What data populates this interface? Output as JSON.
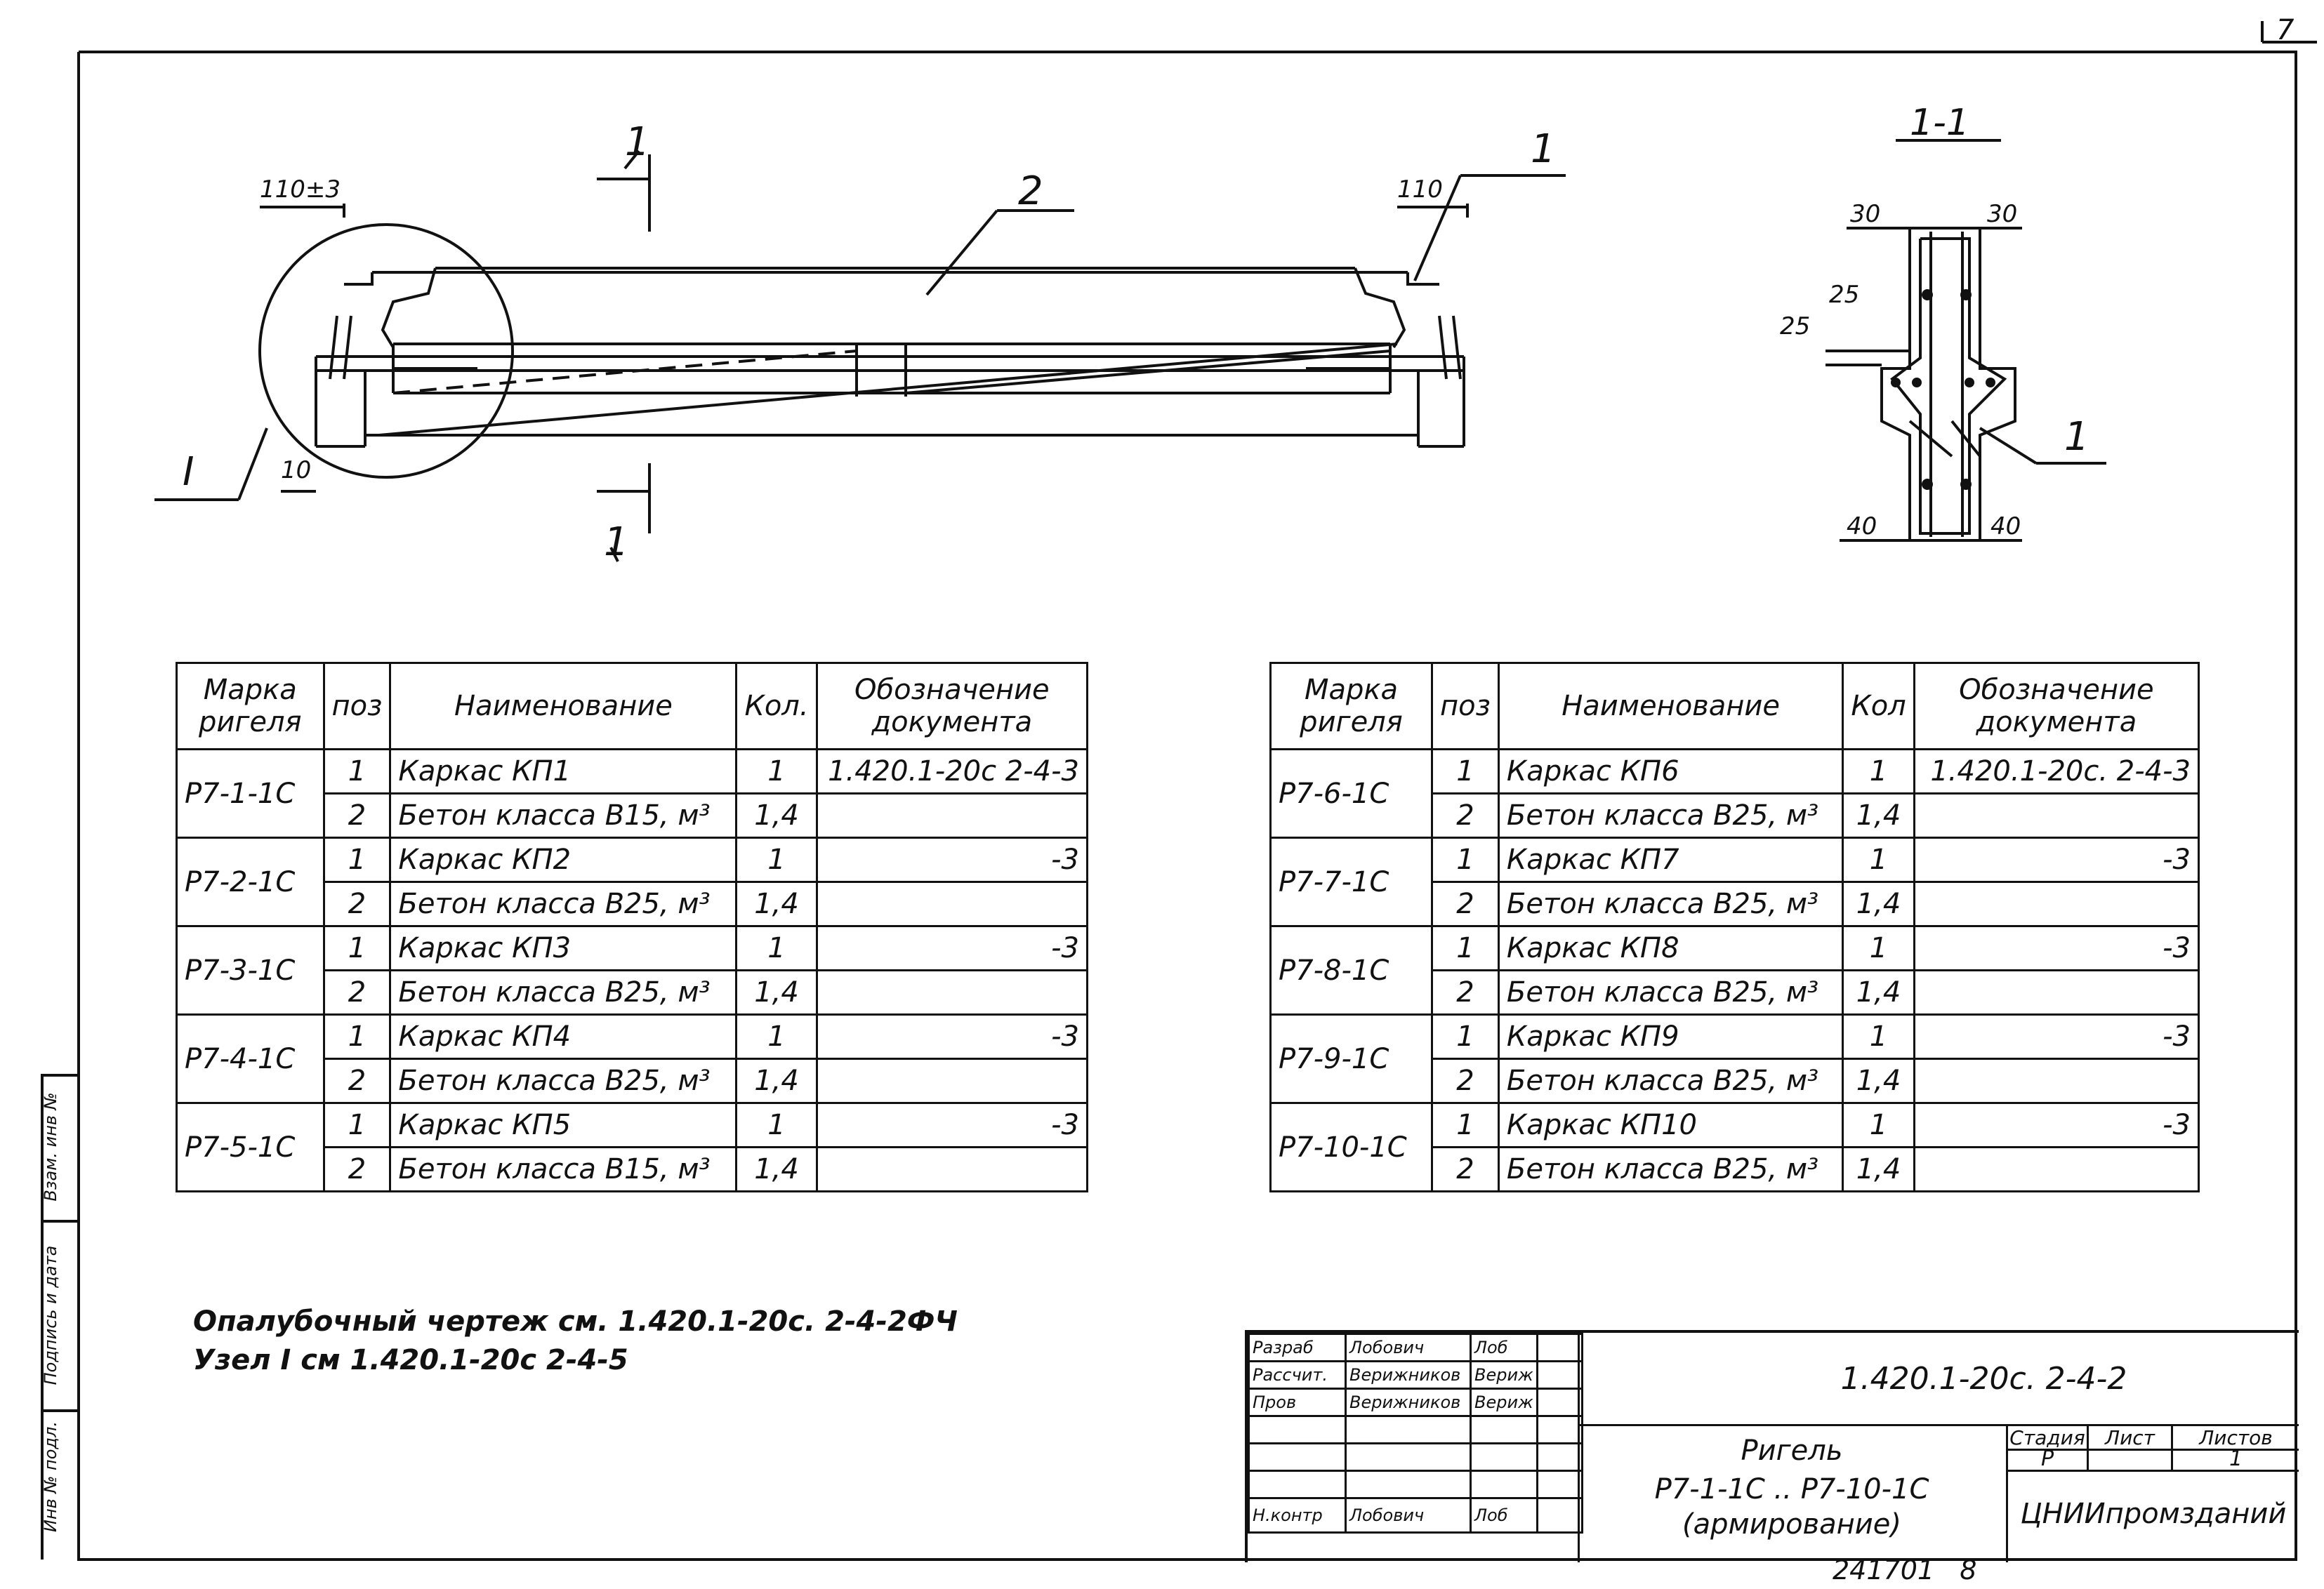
{
  "page_number": "7",
  "drawing": {
    "section_marks": [
      "1",
      "1",
      "1"
    ],
    "callout_2": "2",
    "node_mark": "I",
    "dims": {
      "left_top": "110±3",
      "right_top": "110",
      "left_bottom": "10"
    },
    "section_view": {
      "title": "1-1",
      "dims": {
        "top_left": "30",
        "top_right": "30",
        "mid_a": "25",
        "mid_b": "25",
        "bottom_left": "40",
        "bottom_right": "40"
      },
      "callout": "1"
    }
  },
  "table_left": {
    "headers": [
      "Марка ригеля",
      "поз",
      "Наименование",
      "Кол.",
      "Обозначение документа"
    ],
    "groups": [
      {
        "mark": "Р7-1-1С",
        "rows": [
          {
            "pos": "1",
            "name": "Каркас КП1",
            "qty": "1",
            "doc": "1.420.1-20с 2-4-3"
          },
          {
            "pos": "2",
            "name": "Бетон класса В15, м³",
            "qty": "1,4",
            "doc": ""
          }
        ]
      },
      {
        "mark": "Р7-2-1С",
        "rows": [
          {
            "pos": "1",
            "name": "Каркас КП2",
            "qty": "1",
            "doc": "-3"
          },
          {
            "pos": "2",
            "name": "Бетон класса В25, м³",
            "qty": "1,4",
            "doc": ""
          }
        ]
      },
      {
        "mark": "Р7-3-1С",
        "rows": [
          {
            "pos": "1",
            "name": "Каркас КП3",
            "qty": "1",
            "doc": "-3"
          },
          {
            "pos": "2",
            "name": "Бетон класса В25, м³",
            "qty": "1,4",
            "doc": ""
          }
        ]
      },
      {
        "mark": "Р7-4-1С",
        "rows": [
          {
            "pos": "1",
            "name": "Каркас КП4",
            "qty": "1",
            "doc": "-3"
          },
          {
            "pos": "2",
            "name": "Бетон класса В25, м³",
            "qty": "1,4",
            "doc": ""
          }
        ]
      },
      {
        "mark": "Р7-5-1С",
        "rows": [
          {
            "pos": "1",
            "name": "Каркас КП5",
            "qty": "1",
            "doc": "-3"
          },
          {
            "pos": "2",
            "name": "Бетон класса В15, м³",
            "qty": "1,4",
            "doc": ""
          }
        ]
      }
    ]
  },
  "table_right": {
    "headers": [
      "Марка ригеля",
      "поз",
      "Наименование",
      "Кол",
      "Обозначение документа"
    ],
    "groups": [
      {
        "mark": "Р7-6-1С",
        "rows": [
          {
            "pos": "1",
            "name": "Каркас КП6",
            "qty": "1",
            "doc": "1.420.1-20с. 2-4-3"
          },
          {
            "pos": "2",
            "name": "Бетон класса В25, м³",
            "qty": "1,4",
            "doc": ""
          }
        ]
      },
      {
        "mark": "Р7-7-1С",
        "rows": [
          {
            "pos": "1",
            "name": "Каркас КП7",
            "qty": "1",
            "doc": "-3"
          },
          {
            "pos": "2",
            "name": "Бетон класса В25, м³",
            "qty": "1,4",
            "doc": ""
          }
        ]
      },
      {
        "mark": "Р7-8-1С",
        "rows": [
          {
            "pos": "1",
            "name": "Каркас КП8",
            "qty": "1",
            "doc": "-3"
          },
          {
            "pos": "2",
            "name": "Бетон класса В25, м³",
            "qty": "1,4",
            "doc": ""
          }
        ]
      },
      {
        "mark": "Р7-9-1С",
        "rows": [
          {
            "pos": "1",
            "name": "Каркас КП9",
            "qty": "1",
            "doc": "-3"
          },
          {
            "pos": "2",
            "name": "Бетон класса В25, м³",
            "qty": "1,4",
            "doc": ""
          }
        ]
      },
      {
        "mark": "Р7-10-1С",
        "rows": [
          {
            "pos": "1",
            "name": "Каркас КП10",
            "qty": "1",
            "doc": "-3"
          },
          {
            "pos": "2",
            "name": "Бетон класса В25, м³",
            "qty": "1,4",
            "doc": ""
          }
        ]
      }
    ]
  },
  "notes": [
    "Опалубочный чертеж см. 1.420.1-20с. 2-4-2ФЧ",
    "Узел I см 1.420.1-20с 2-4-5"
  ],
  "side_stamp": [
    "Инв № подл.",
    "Подпись и дата",
    "Взам. инв №"
  ],
  "title_block": {
    "roles": [
      {
        "role": "Разраб",
        "name": "Лобович",
        "sign": "Лоб"
      },
      {
        "role": "Рассчит.",
        "name": "Верижников",
        "sign": "Вериж"
      },
      {
        "role": "Пров",
        "name": "Верижников",
        "sign": "Вериж"
      },
      {
        "role": "",
        "name": "",
        "sign": ""
      },
      {
        "role": "",
        "name": "",
        "sign": ""
      },
      {
        "role": "",
        "name": "",
        "sign": ""
      },
      {
        "role": "Н.контр",
        "name": "Лобович",
        "sign": "Лоб"
      }
    ],
    "code": "1.420.1-20с. 2-4-2",
    "title_line1": "Ригель",
    "title_line2": "Р7-1-1С .. Р7-10-1С",
    "title_line3": "(армирование)",
    "stage_label": "Стадия",
    "sheet_label": "Лист",
    "sheets_label": "Листов",
    "stage": "Р",
    "sheets": "1",
    "org": "ЦНИИпромзданий",
    "bottom_number": "241701   8"
  }
}
